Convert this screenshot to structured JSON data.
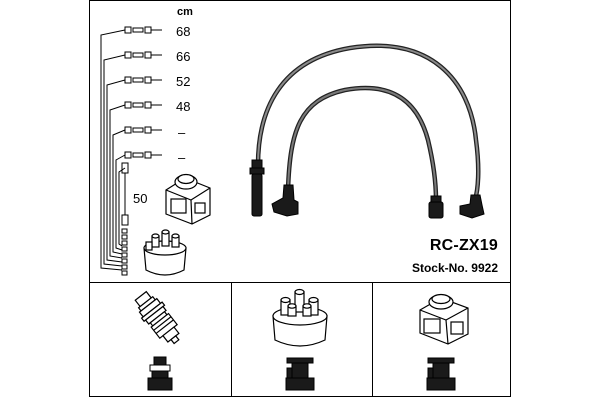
{
  "unit_label": "cm",
  "cable_lengths": [
    "68",
    "66",
    "52",
    "48",
    "–",
    "–"
  ],
  "coil_lead_length": "50",
  "model": "RC-ZX19",
  "stock_number": "Stock-No. 9922",
  "components": {
    "spark_plug": "spark-plug-icon",
    "distributor_cap": "distributor-cap-icon",
    "ignition_coil": "ignition-coil-icon"
  }
}
